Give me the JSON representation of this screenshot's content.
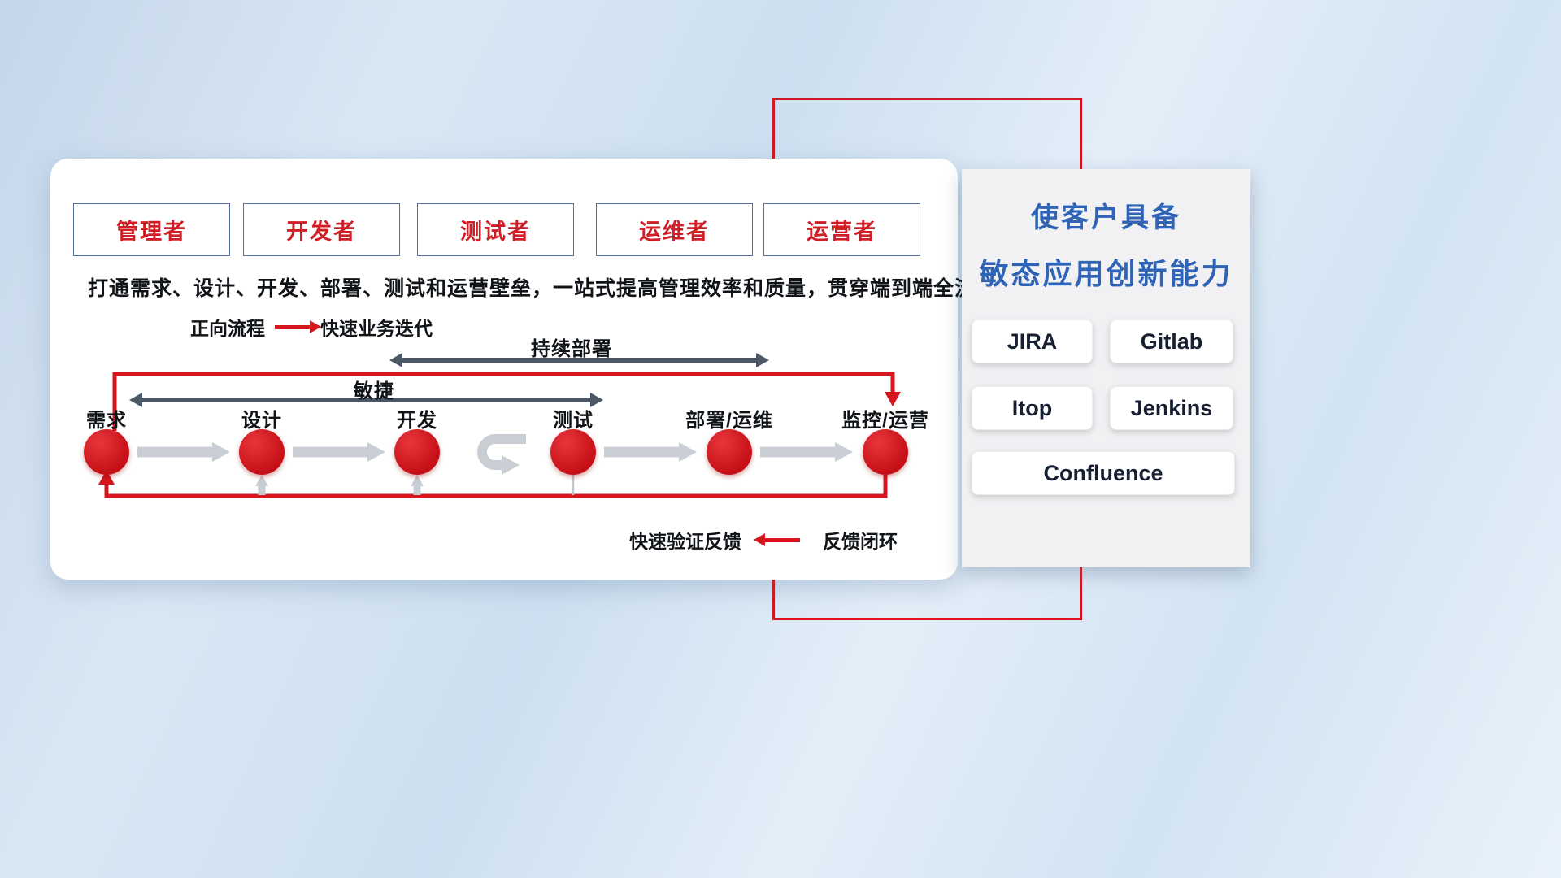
{
  "roles": [
    {
      "label": "管理者"
    },
    {
      "label": "开发者"
    },
    {
      "label": "测试者"
    },
    {
      "label": "运维者"
    },
    {
      "label": "运营者"
    }
  ],
  "subtitle": "打通需求、设计、开发、部署、测试和运营壁垒，一站式提高管理效率和质量，贯穿端到端全流程",
  "legend_forward": {
    "label": "正向流程",
    "desc": "快速业务迭代"
  },
  "legend_feedback": {
    "label": "快速验证反馈",
    "desc": "反馈闭环"
  },
  "flow": {
    "stages": [
      {
        "label": "需求"
      },
      {
        "label": "设计"
      },
      {
        "label": "开发"
      },
      {
        "label": "测试"
      },
      {
        "label": "部署/运维"
      },
      {
        "label": "监控/运营"
      }
    ],
    "agile_label": "敏捷",
    "continuous_deploy_label": "持续部署"
  },
  "right_panel": {
    "title_line1": "使客户具备",
    "title_line2": "敏态应用创新能力",
    "tools": [
      {
        "label": "JIRA"
      },
      {
        "label": "Gitlab"
      },
      {
        "label": "Itop"
      },
      {
        "label": "Jenkins"
      },
      {
        "label": "Confluence"
      }
    ]
  },
  "colors": {
    "accent_red": "#d6171f",
    "title_blue": "#2f63b5",
    "dark_arrow": "#4d5866",
    "gray_arrow": "#c9ced4"
  }
}
